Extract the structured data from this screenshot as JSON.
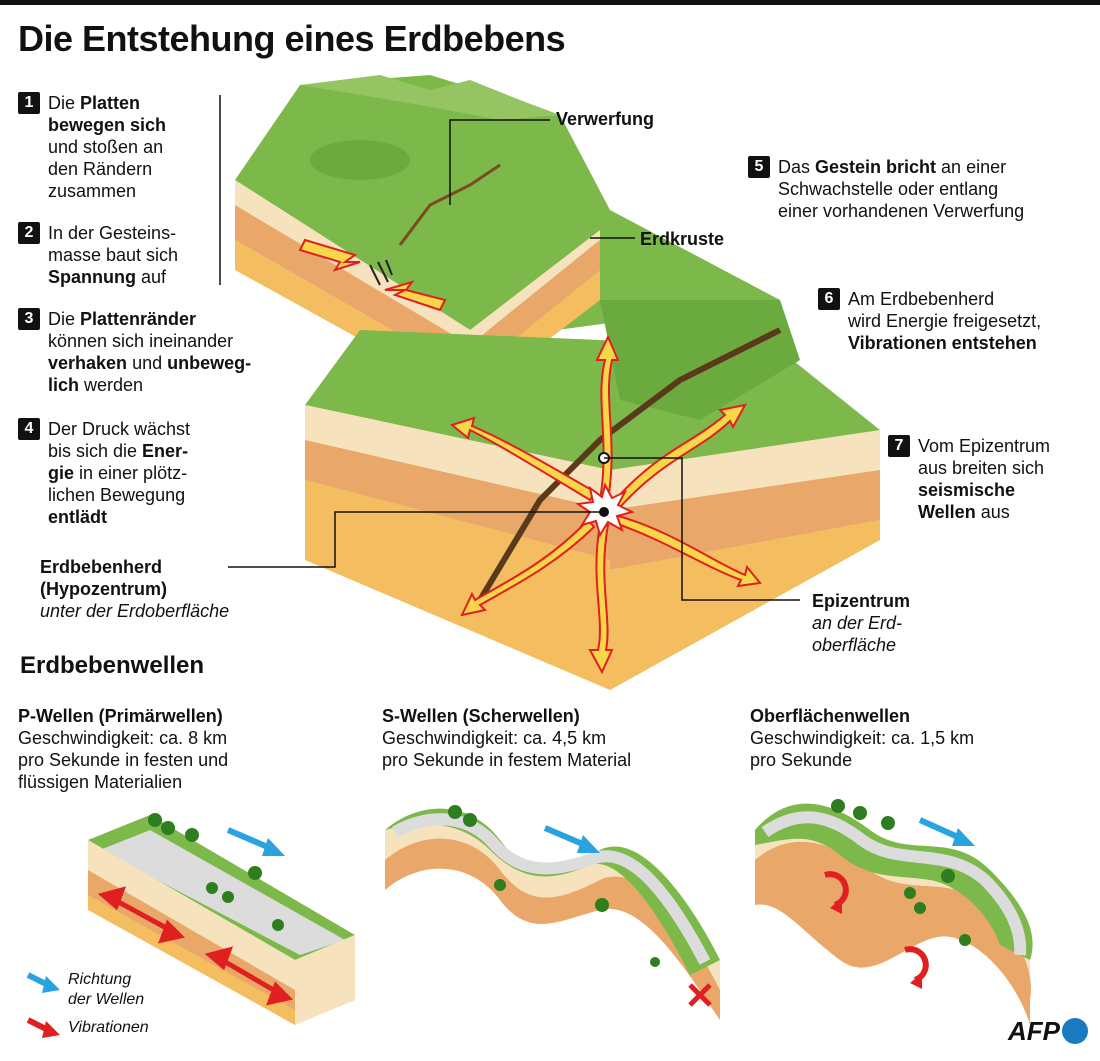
{
  "title": "Die Entstehung eines Erdbebens",
  "steps": [
    {
      "num": "1",
      "html": "Die <b>Platten<br>bewegen sich</b><br>und stoßen an<br>den Rändern<br>zusammen"
    },
    {
      "num": "2",
      "html": "In der Gesteins-<br>masse baut sich<br><b>Spannung</b> auf"
    },
    {
      "num": "3",
      "html": "Die <b>Plattenränder</b><br>können sich ineinander<br><b>verhaken</b> und <b>unbeweg-<br>lich</b> werden"
    },
    {
      "num": "4",
      "html": "Der Druck wächst<br>bis sich die <b>Ener-<br>gie</b> in einer plötz-<br>lichen Bewegung<br><b>entlädt</b>"
    },
    {
      "num": "5",
      "html": "Das <b>Gestein bricht</b> an einer<br>Schwachstelle oder entlang<br>einer vorhandenen Verwerfung"
    },
    {
      "num": "6",
      "html": "Am Erdbebenherd<br>wird Energie freigesetzt,<br><b>Vibrationen entstehen</b>"
    },
    {
      "num": "7",
      "html": "Vom Epizentrum<br>aus breiten sich<br><b>seismische<br>Wellen</b> aus"
    }
  ],
  "labels": {
    "verwerfung": "Verwerfung",
    "erdkruste": "Erdkruste",
    "herd_title": "Erdbebenherd",
    "herd_sub": "(Hypozentrum)",
    "herd_note": "unter der Erdoberfläche",
    "epi_title": "Epizentrum",
    "epi_note1": "an der Erd-",
    "epi_note2": "oberfläche"
  },
  "section_title": "Erdbebenwellen",
  "waves": [
    {
      "title": "P-Wellen (Primärwellen)",
      "lines": [
        "Geschwindigkeit: ca. 8 km",
        "pro Sekunde in festen und",
        "flüssigen Materialien"
      ]
    },
    {
      "title": "S-Wellen (Scherwellen)",
      "lines": [
        "Geschwindigkeit: ca. 4,5 km",
        "pro Sekunde in festem Material"
      ]
    },
    {
      "title": "Oberflächenwellen",
      "lines": [
        "Geschwindigkeit: ca. 1,5 km",
        "pro Sekunde"
      ]
    }
  ],
  "legend": {
    "direction": "Richtung",
    "direction2": "der Wellen",
    "vibrations": "Vibrationen"
  },
  "credit": "AFP",
  "colors": {
    "grass": "#7cb84a",
    "grass_dark": "#5e9a34",
    "soil_top": "#f6e2bd",
    "soil_mid": "#e9a869",
    "soil_low": "#f4c064",
    "arrow_yellow": "#f6d74a",
    "arrow_red": "#e02020",
    "blue": "#29a3e0"
  }
}
